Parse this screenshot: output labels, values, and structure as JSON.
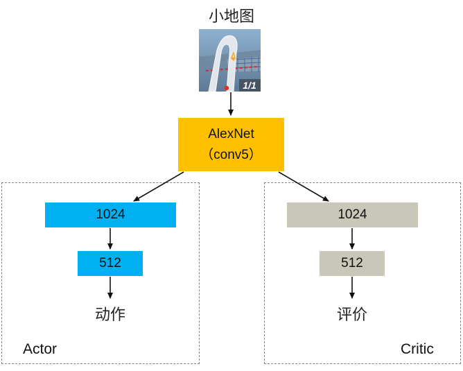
{
  "title": "小地图",
  "minimap": {
    "counter": "1/1"
  },
  "backbone": {
    "line1": "AlexNet",
    "line2": "（conv5）"
  },
  "actor": {
    "label": "Actor",
    "fc1": "1024",
    "fc2": "512",
    "output": "动作"
  },
  "critic": {
    "label": "Critic",
    "fc1": "1024",
    "fc2": "512",
    "output": "评价"
  },
  "colors": {
    "backbone": "#ffc000",
    "actor": "#00b0f0",
    "critic": "#c9c7b8"
  }
}
